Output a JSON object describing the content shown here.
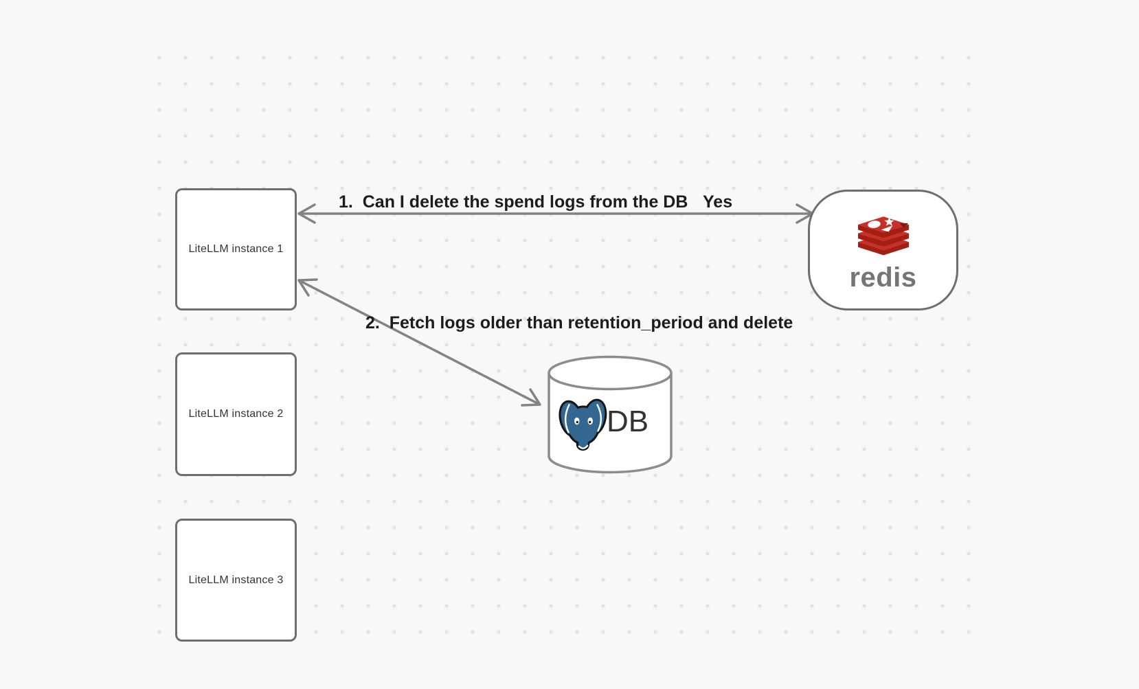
{
  "diagram": {
    "background_color": "#f8f8f8",
    "colors": {
      "node_border_gray": "#6e6e6e",
      "arrow_gray": "#838383",
      "redis_red": "#C6302B",
      "redis_dark_red": "#A41E11",
      "postgres_blue": "#336791",
      "label_text": "#1c1c1c"
    },
    "nodes": [
      {
        "id": "litellm-1",
        "label": "LiteLLM instance 1"
      },
      {
        "id": "litellm-2",
        "label": "LiteLLM instance 2"
      },
      {
        "id": "litellm-3",
        "label": "LiteLLM instance 3"
      },
      {
        "id": "redis",
        "label": "redis",
        "icon": "redis-logo"
      },
      {
        "id": "db",
        "label": "DB",
        "icon": "postgresql-elephant-icon"
      }
    ],
    "edges": [
      {
        "id": "edge-1",
        "from": "litellm-1",
        "to": "redis",
        "bidirectional": true,
        "label": "1.  Can I delete the spend logs from the DB",
        "response_label": "Yes"
      },
      {
        "id": "edge-2",
        "from": "litellm-1",
        "to": "db",
        "bidirectional": true,
        "label": "2.  Fetch logs older than retention_period and delete"
      }
    ]
  }
}
